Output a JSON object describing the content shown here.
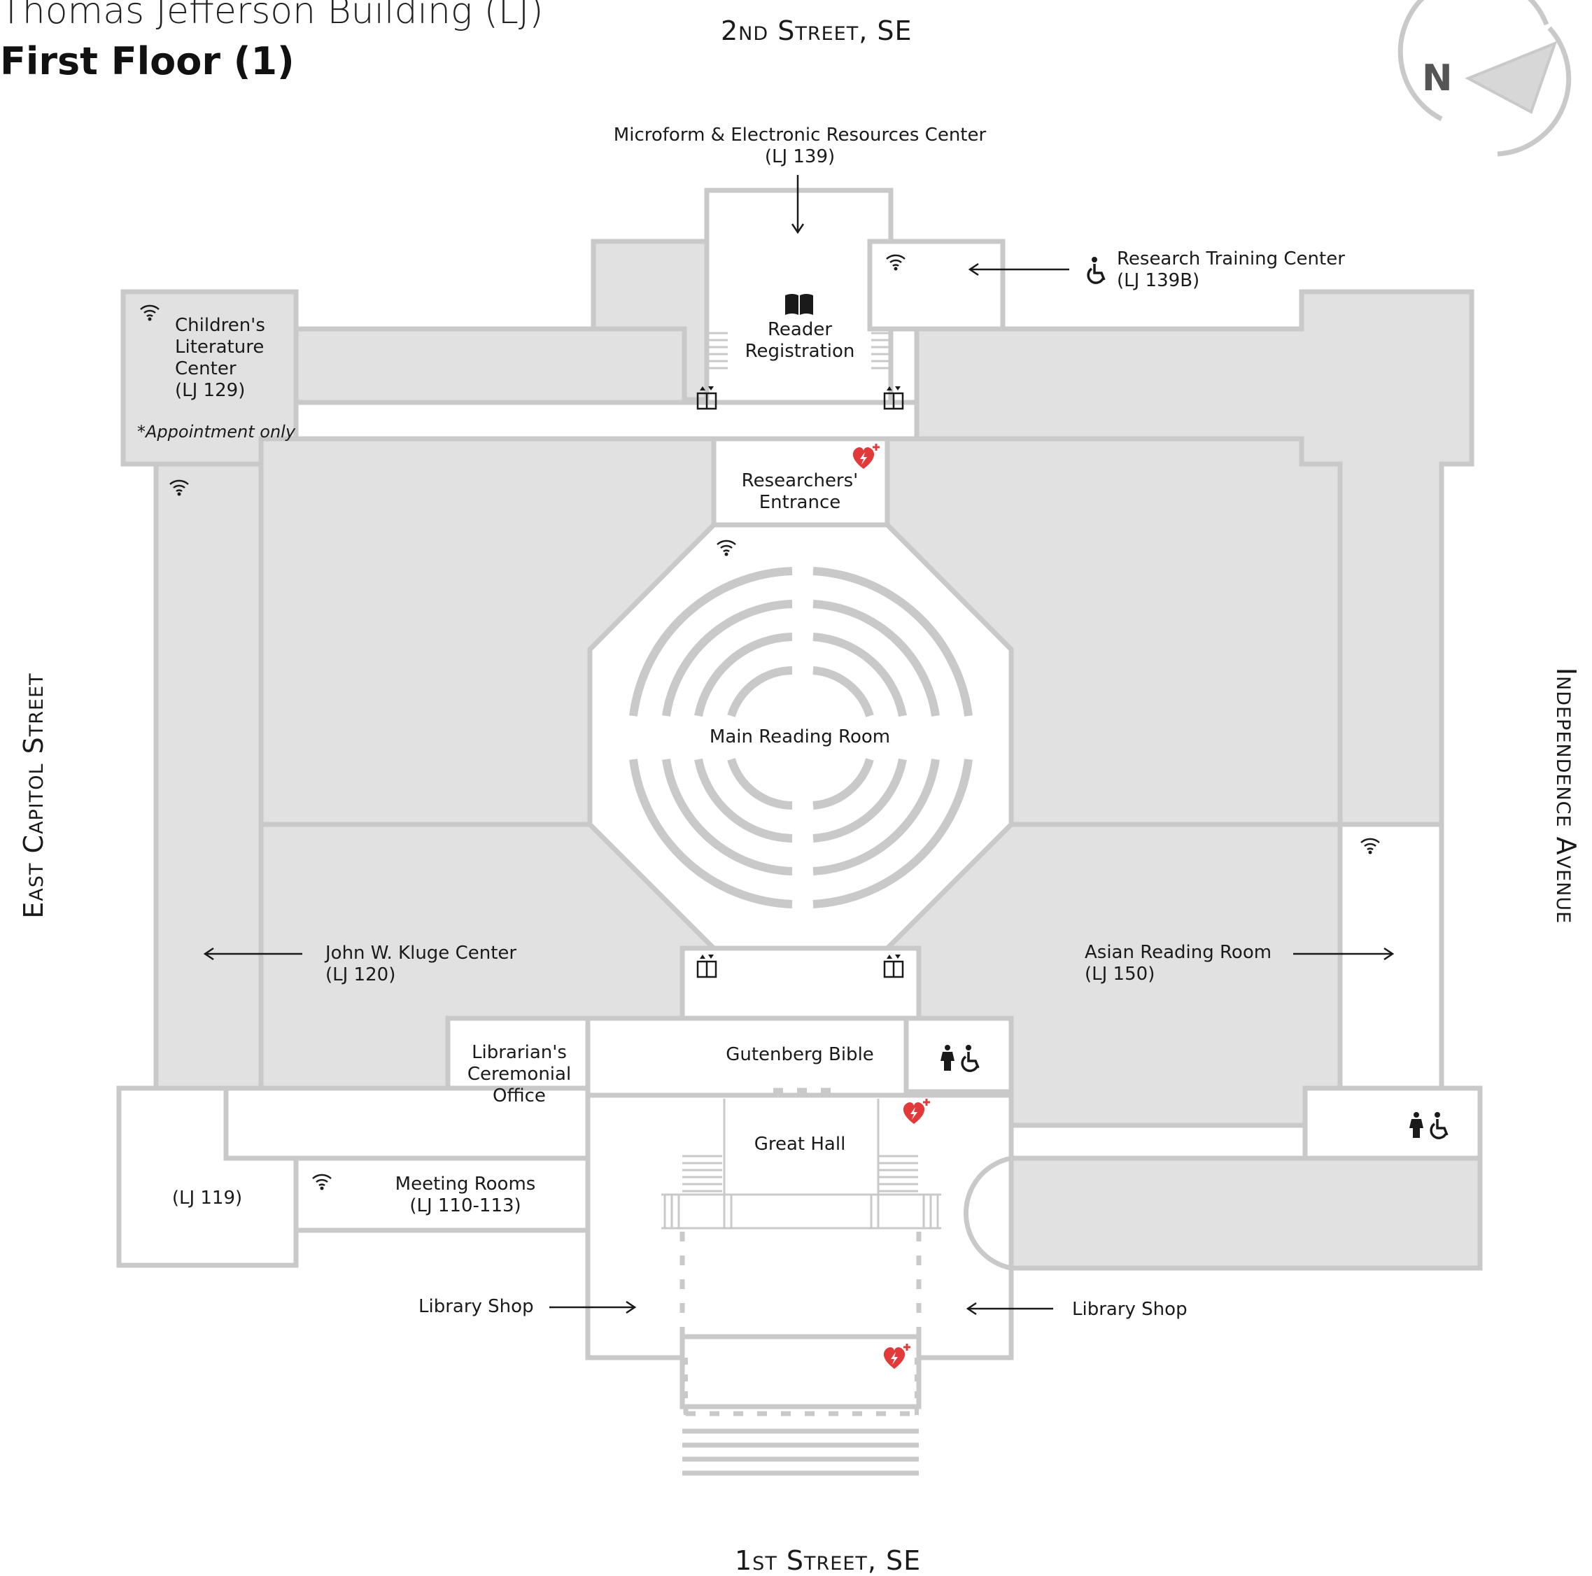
{
  "header": {
    "building": "Thomas Jefferson Building (LJ)",
    "floor": "First Floor (1)"
  },
  "compass": {
    "label": "N"
  },
  "streets": {
    "north": "2nd Street, SE",
    "south": "1st Street, SE",
    "west": "East Capitol Street",
    "east": "Independence Avenue"
  },
  "rooms": {
    "microform": {
      "line1": "Microform & Electronic Resources Center",
      "line2": "(LJ 139)"
    },
    "reader_registration": {
      "line1": "Reader",
      "line2": "Registration"
    },
    "research_training": {
      "line1": "Research Training Center",
      "line2": "(LJ 139B)"
    },
    "childrens": {
      "line1": "Children's",
      "line2": "Literature",
      "line3": "Center",
      "line4": "(LJ 129)",
      "note": "*Appointment only"
    },
    "researchers_entrance": {
      "line1": "Researchers'",
      "line2": "Entrance"
    },
    "main_reading_room": {
      "line1": "Main Reading Room"
    },
    "kluge": {
      "line1": "John W. Kluge Center",
      "line2": "(LJ 120)"
    },
    "asian": {
      "line1": "Asian Reading Room",
      "line2": "(LJ 150)"
    },
    "librarians": {
      "line1": "Librarian's",
      "line2": "Ceremonial",
      "line3": "Office"
    },
    "gutenberg": {
      "line1": "Gutenberg Bible"
    },
    "great_hall": {
      "line1": "Great Hall"
    },
    "lj119": {
      "line1": "(LJ 119)"
    },
    "meeting": {
      "line1": "Meeting Rooms",
      "line2": "(LJ 110-113)"
    },
    "shop_west": {
      "line1": "Library Shop"
    },
    "shop_east": {
      "line1": "Library Shop"
    }
  },
  "icons": {
    "wifi": "wifi-icon",
    "elevator": "elevator-icon",
    "aed": "aed-heart-icon",
    "restroom": "restroom-accessible-icon",
    "accessible": "wheelchair-icon",
    "book": "book-icon"
  },
  "colors": {
    "wall": "#c9c9c9",
    "fill": "#e1e1e1",
    "aed": "#e23a3a",
    "text": "#1a1a1a"
  }
}
